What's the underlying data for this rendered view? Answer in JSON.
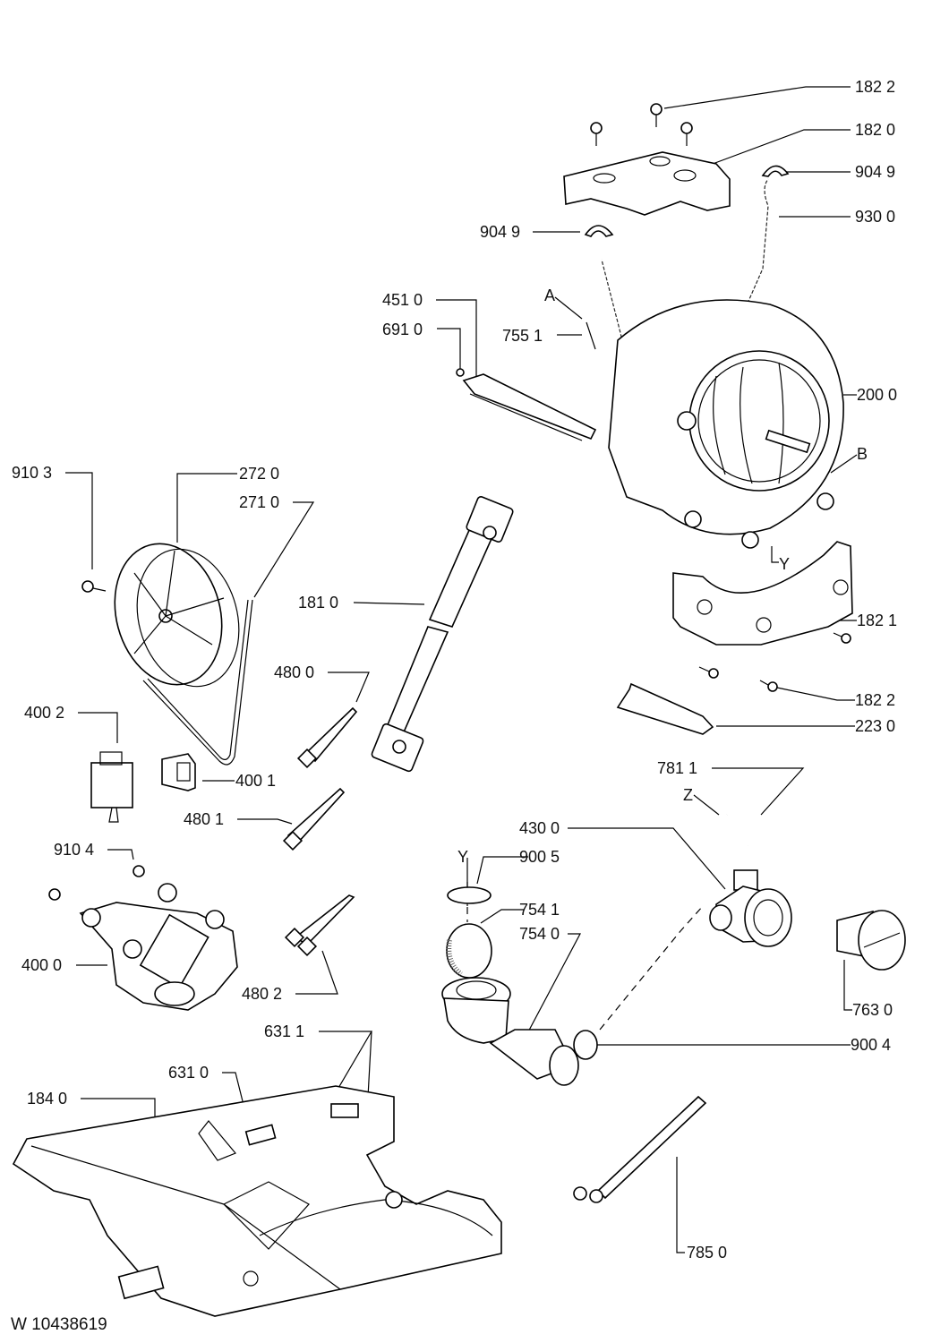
{
  "document_id": "W 10438619",
  "callouts": [
    {
      "id": "c-1822-top",
      "text": "182 2"
    },
    {
      "id": "c-1820",
      "text": "182 0"
    },
    {
      "id": "c-9049-right",
      "text": "904 9"
    },
    {
      "id": "c-9300",
      "text": "930 0"
    },
    {
      "id": "c-9049-left",
      "text": "904 9"
    },
    {
      "id": "c-4510",
      "text": "451 0"
    },
    {
      "id": "c-6910",
      "text": "691 0"
    },
    {
      "id": "c-A",
      "text": "A"
    },
    {
      "id": "c-7551",
      "text": "755 1"
    },
    {
      "id": "c-2000",
      "text": "200 0"
    },
    {
      "id": "c-B",
      "text": "B"
    },
    {
      "id": "c-Y-tub",
      "text": "Y"
    },
    {
      "id": "c-9103",
      "text": "910 3"
    },
    {
      "id": "c-2720",
      "text": "272 0"
    },
    {
      "id": "c-2710",
      "text": "271 0"
    },
    {
      "id": "c-1810",
      "text": "181 0"
    },
    {
      "id": "c-1821",
      "text": "182 1"
    },
    {
      "id": "c-4800",
      "text": "480 0"
    },
    {
      "id": "c-1822-bottom",
      "text": "182 2"
    },
    {
      "id": "c-4002",
      "text": "400 2"
    },
    {
      "id": "c-2230",
      "text": "223 0"
    },
    {
      "id": "c-4001",
      "text": "400 1"
    },
    {
      "id": "c-7811",
      "text": "781 1"
    },
    {
      "id": "c-Z",
      "text": "Z"
    },
    {
      "id": "c-4801",
      "text": "480 1"
    },
    {
      "id": "c-4300",
      "text": "430 0"
    },
    {
      "id": "c-9104",
      "text": "910 4"
    },
    {
      "id": "c-Y-pump",
      "text": "Y"
    },
    {
      "id": "c-9005",
      "text": "900 5"
    },
    {
      "id": "c-7541",
      "text": "754 1"
    },
    {
      "id": "c-7540",
      "text": "754 0"
    },
    {
      "id": "c-4000",
      "text": "400 0"
    },
    {
      "id": "c-7630",
      "text": "763 0"
    },
    {
      "id": "c-4802",
      "text": "480 2"
    },
    {
      "id": "c-9004",
      "text": "900 4"
    },
    {
      "id": "c-6311",
      "text": "631 1"
    },
    {
      "id": "c-6310",
      "text": "631 0"
    },
    {
      "id": "c-1840",
      "text": "184 0"
    },
    {
      "id": "c-7850",
      "text": "785 0"
    }
  ],
  "parts": [
    "screw-182-2",
    "top-bracket-182-0",
    "clip-904-9",
    "hose-930-0",
    "heater-451-0",
    "nut-691-0",
    "sensor-755-1",
    "tub-200-0",
    "screw-910-3",
    "pulley-272-0",
    "belt-271-0",
    "damper-181-0",
    "counterweight-182-1",
    "bolt-480-0",
    "capacitor-400-2",
    "paddle-223-0",
    "connector-400-1",
    "hose-781-1",
    "bolt-480-1",
    "pump-430-0",
    "screw-910-4",
    "clamp-900-5",
    "ball-754-1",
    "hose-754-0",
    "motor-400-0",
    "filter-763-0",
    "bolt-480-2",
    "clamp-900-4",
    "clip-631-1",
    "switch-631-0",
    "base-184-0",
    "drain-hose-785-0"
  ]
}
